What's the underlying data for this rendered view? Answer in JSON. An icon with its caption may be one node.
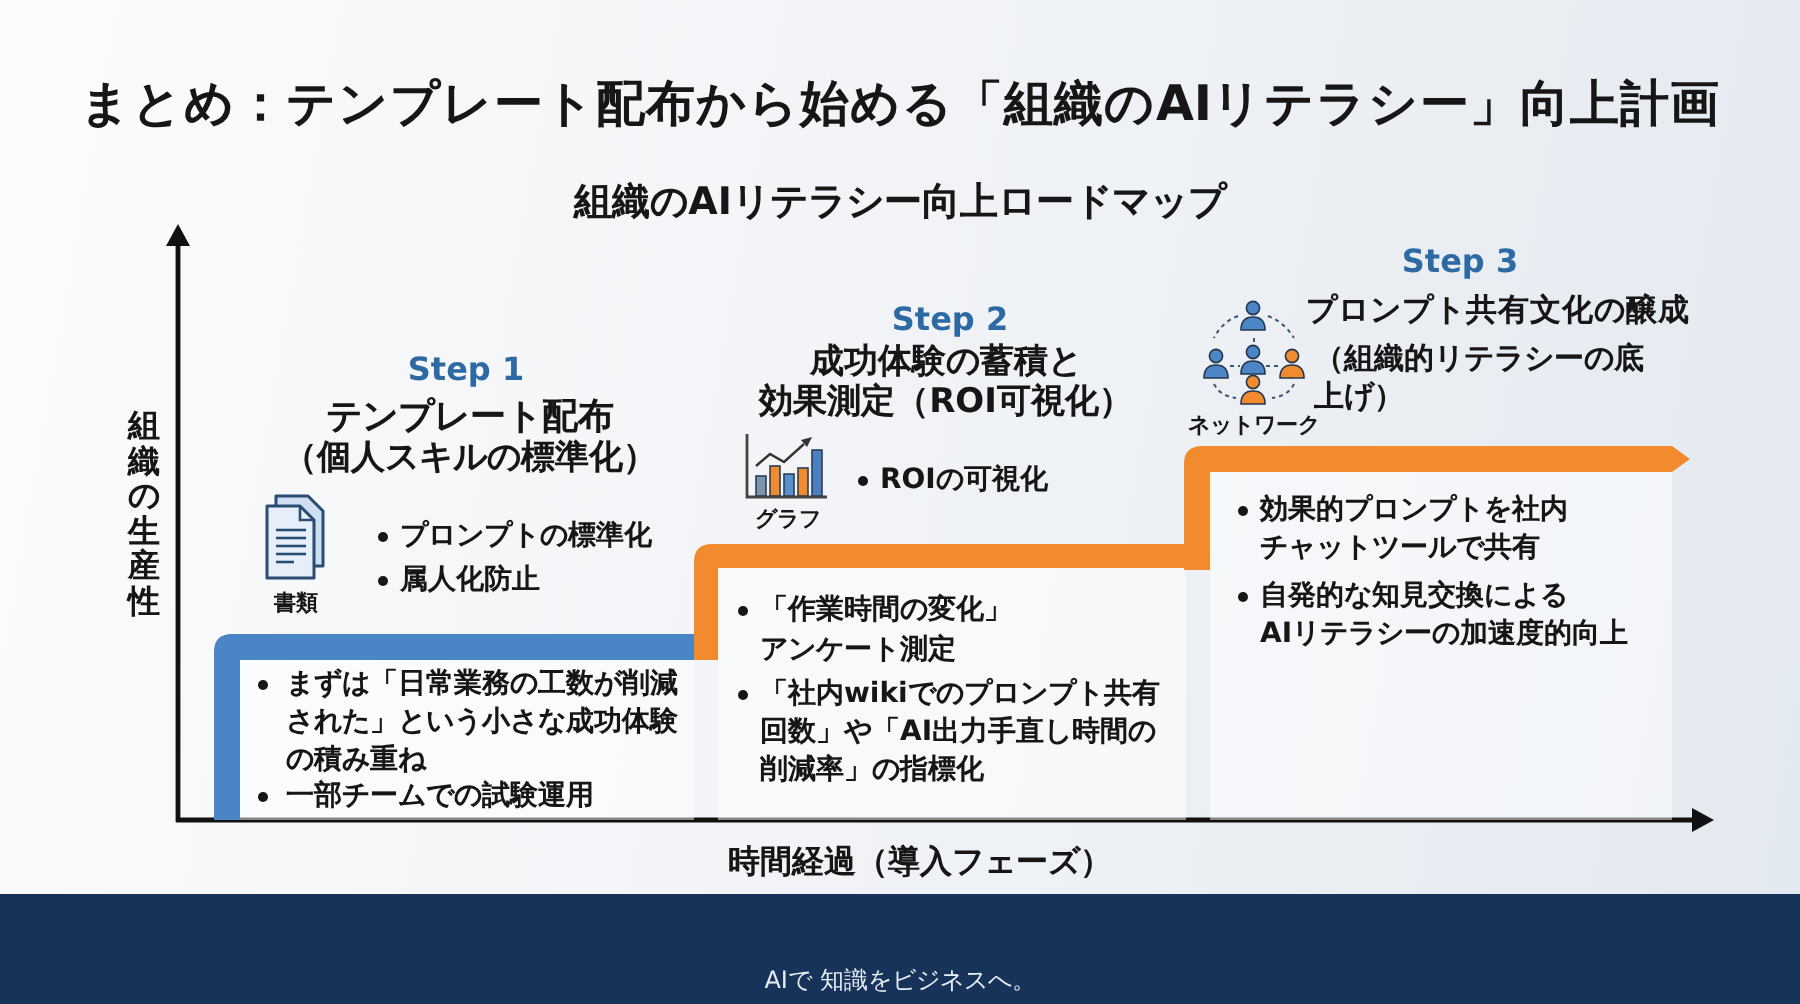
{
  "diagram": {
    "title": "まとめ：テンプレート配布から始める「組織のAIリテラシー」向上計画",
    "nodes": [
      {
        "text": [
          "Step 1",
          "テンプレート配布",
          "（個人スキルの標準化）",
          "書類",
          "プロンプトの標準化",
          "属人化防止",
          "まずは「日常業務の工数が削減された」という小さな成功体験の積み重ね",
          "一部チームでの試験運用"
        ]
      },
      {
        "text": [
          "Step 2",
          "成功体験の蓄積と効果測定（ROI可視化）",
          "グラフ",
          "ROIの可視化",
          "「作業時間の変化」アンケート測定",
          "「社内wikiでのプロンプト共有回数」や「AI出力手直し時間の削減率」の指標化"
        ]
      },
      {
        "text": [
          "Step 3",
          "プロンプト共有文化の醸成",
          "（組織的リテラシーの底上げ）",
          "ネットワーク",
          "効果的プロンプトを社内チャットツールで共有",
          "自発的な知見交換によるAIリテラシーの加速度的向上"
        ]
      }
    ],
    "labels": [
      "組織のAIリテラシー向上ロードマップ",
      "組織の生産性",
      "時間経過（導入フェーズ）",
      "AIで 知識をビジネスへ。"
    ]
  }
}
